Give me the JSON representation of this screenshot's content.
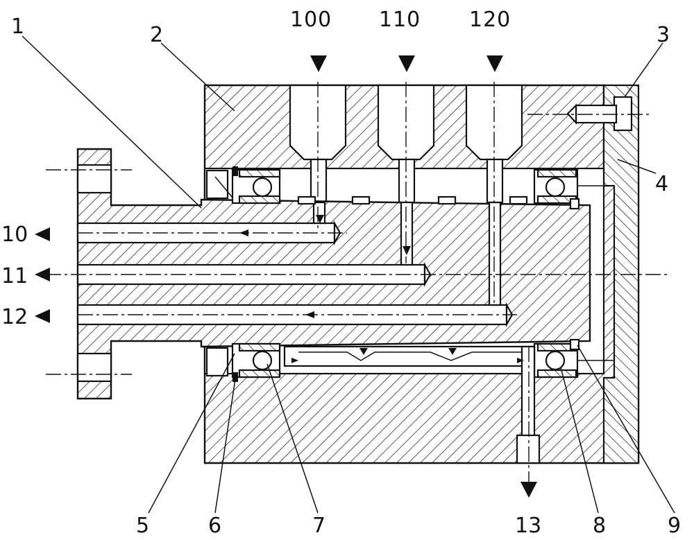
{
  "labels": {
    "top": [
      "100",
      "110",
      "120"
    ],
    "parts": [
      "1",
      "2",
      "3",
      "4",
      "5",
      "6",
      "7",
      "8",
      "9"
    ],
    "left_outlets": [
      "10",
      "11",
      "12"
    ],
    "bottom_outlet": "13"
  }
}
